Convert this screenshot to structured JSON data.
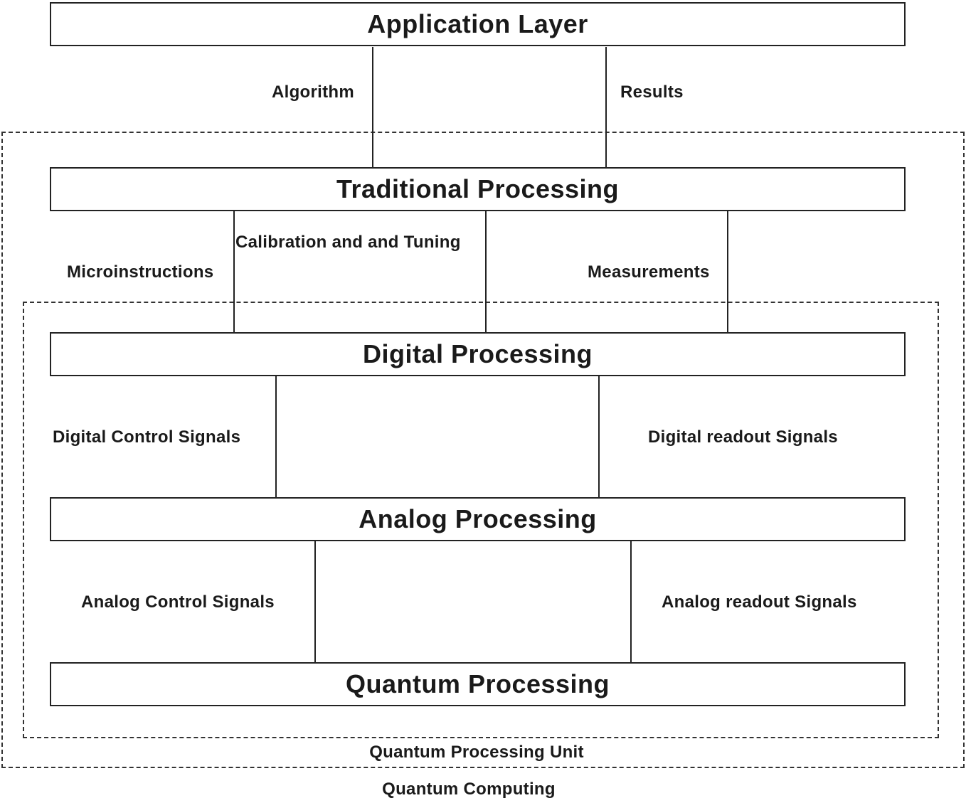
{
  "layers": {
    "application": "Application Layer",
    "traditional": "Traditional Processing",
    "digital": "Digital Processing",
    "analog": "Analog Processing",
    "quantum": "Quantum Processing"
  },
  "connections": {
    "algorithm": "Algorithm",
    "results": "Results",
    "microinstructions": "Microinstructions",
    "calibration": "Calibration and and Tuning",
    "measurements": "Measurements",
    "digital_control": "Digital Control Signals",
    "digital_readout": "Digital readout Signals",
    "analog_control": "Analog Control Signals",
    "analog_readout": "Analog readout Signals"
  },
  "groups": {
    "qpu": "Quantum Processing Unit",
    "qc": "Quantum Computing"
  }
}
